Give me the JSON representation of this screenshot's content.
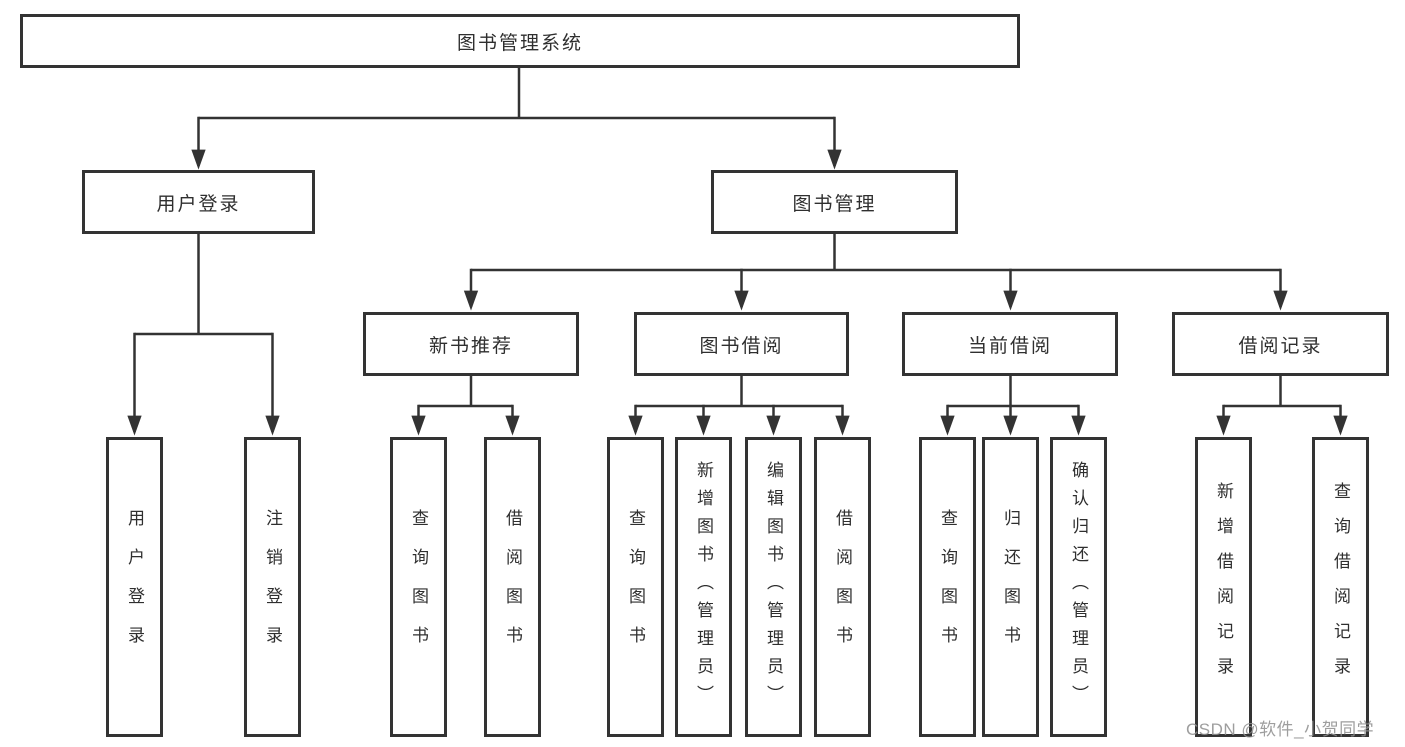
{
  "tree": {
    "root": {
      "label": "图书管理系统",
      "children": [
        {
          "label": "用户登录",
          "children": [
            {
              "label": "用户登录"
            },
            {
              "label": "注销登录"
            }
          ]
        },
        {
          "label": "图书管理",
          "children": [
            {
              "label": "新书推荐",
              "children": [
                {
                  "label": "查询图书"
                },
                {
                  "label": "借阅图书"
                }
              ]
            },
            {
              "label": "图书借阅",
              "children": [
                {
                  "label": "查询图书"
                },
                {
                  "label": "新增图书（管理员）"
                },
                {
                  "label": "编辑图书（管理员）"
                },
                {
                  "label": "借阅图书"
                }
              ]
            },
            {
              "label": "当前借阅",
              "children": [
                {
                  "label": "查询图书"
                },
                {
                  "label": "归还图书"
                },
                {
                  "label": "确认归还（管理员）"
                }
              ]
            },
            {
              "label": "借阅记录",
              "children": [
                {
                  "label": "新增借阅记录"
                },
                {
                  "label": "查询借阅记录"
                }
              ]
            }
          ]
        }
      ]
    }
  },
  "watermark": {
    "text": "CSDN @软件_小贺同学"
  },
  "colors": {
    "line": "#333333",
    "box_border": "#333333",
    "text": "#2f2f2f",
    "background": "#ffffff",
    "watermark": "#919191"
  }
}
